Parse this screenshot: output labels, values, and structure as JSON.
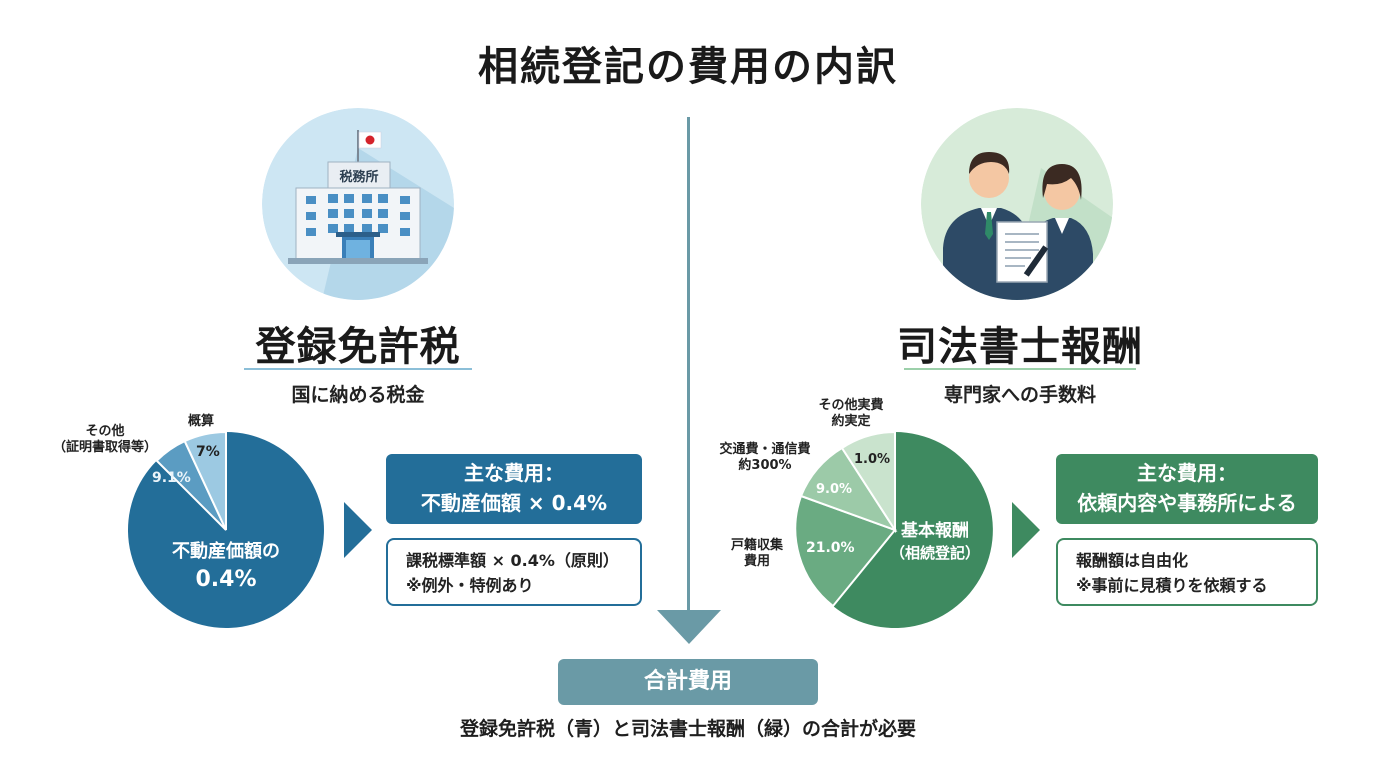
{
  "title": "相続登記の費用の内訳",
  "left": {
    "building_sign": "税務所",
    "heading": "登録免許税",
    "subheading": "国に納める税金",
    "pie_labels": {
      "main_line1": "不動産価額の",
      "main_line2": "0.4%",
      "other_name_line1": "その他",
      "other_name_line2": "（証明書取得等）",
      "other_pct": "9.1%",
      "approx_name": "概算",
      "approx_pct": "7%"
    },
    "box_head_line1": "主な費用：",
    "box_head_line2": "不動産価額 × 0.4%",
    "box_body_line1": "課税標準額 × 0.4%（原則）",
    "box_body_line2": "※例外・特例あり",
    "color": "#236e99"
  },
  "right": {
    "heading": "司法書士報酬",
    "subheading": "専門家への手数料",
    "pie_labels": {
      "main_line1": "基本報酬",
      "main_line2": "（相続登記）",
      "koseki_name_line1": "戸籍収集",
      "koseki_name_line2": "費用",
      "koseki_pct": "21.0%",
      "transport_name_line1": "交通費・通信費",
      "transport_name_line2": "約300%",
      "transport_pct": "9.0%",
      "other_name_line1": "その他実費",
      "other_name_line2": "約実定",
      "other_pct": "1.0%"
    },
    "box_head_line1": "主な費用：",
    "box_head_line2": "依頼内容や事務所による",
    "box_body_line1": "報酬額は自由化",
    "box_body_line2": "※事前に見積りを依頼する",
    "color": "#3e8a60"
  },
  "total": {
    "label": "合計費用",
    "note": "登録免許税（青）と司法書士報酬（緑）の合計が必要"
  }
}
